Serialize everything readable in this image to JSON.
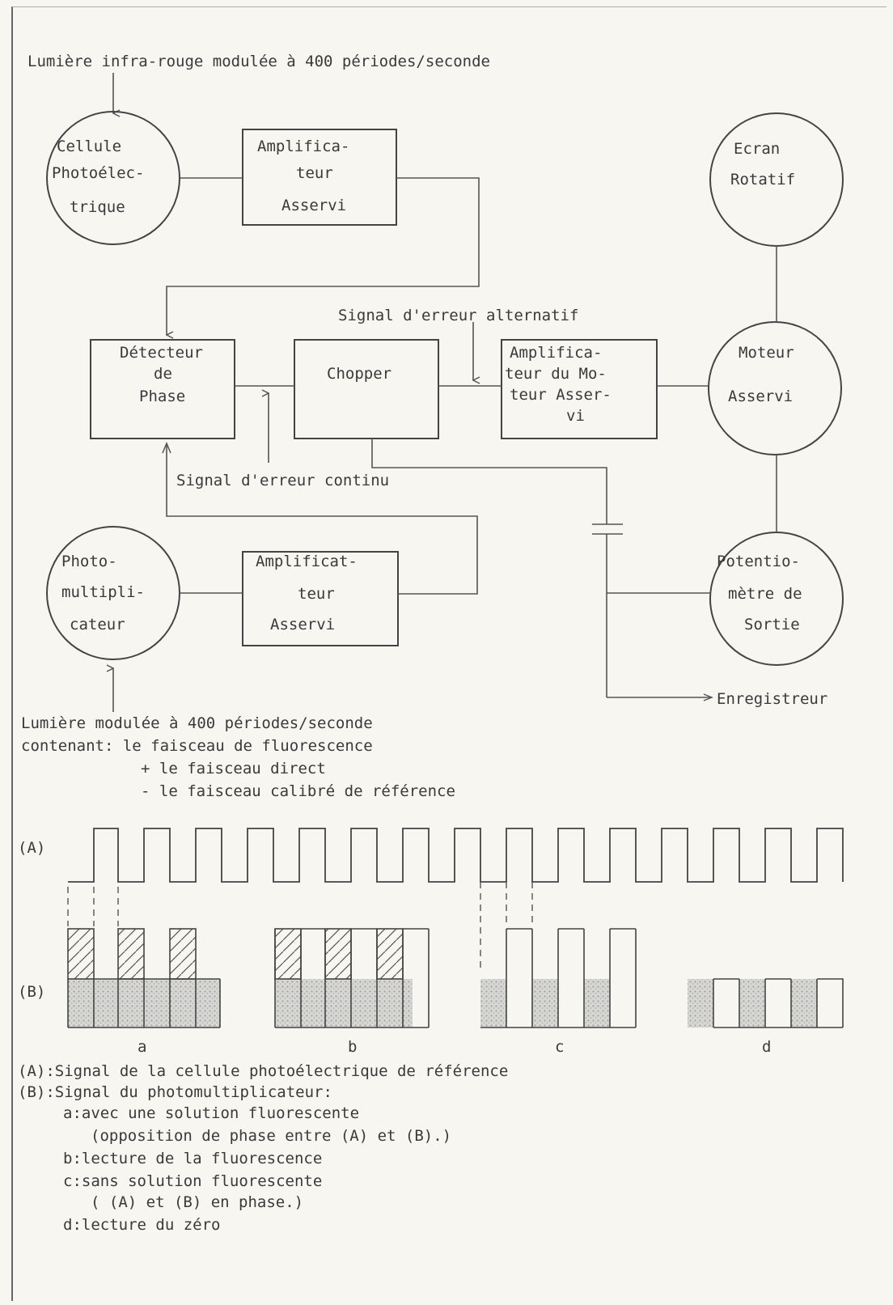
{
  "input_top": "Lumière infra-rouge modulée à 400 périodes/seconde",
  "blocks": {
    "cellule": [
      "Cellule",
      "Photoélec-",
      "trique"
    ],
    "ampli1": [
      "Amplifica-",
      "teur",
      "Asservi"
    ],
    "ecran": [
      "Ecran",
      "Rotatif"
    ],
    "detecteur": [
      "Détecteur",
      "de",
      "Phase"
    ],
    "chopper": [
      "Chopper"
    ],
    "ampli_moteur": [
      "Amplifica-",
      "teur du Mo-",
      "teur Asser-",
      "vi"
    ],
    "moteur": [
      "Moteur",
      "Asservi"
    ],
    "photomulti": [
      "Photo-",
      "multipli-",
      "cateur"
    ],
    "ampli2": [
      "Amplificat-",
      "teur",
      "Asservi"
    ],
    "potentio": [
      "Potentio-",
      "mètre de",
      "Sortie"
    ]
  },
  "signal_alternatif": "Signal d'erreur alternatif",
  "signal_continu": "Signal d'erreur continu",
  "enregistreur": "Enregistreur",
  "input_bottom": [
    "Lumière modulée à 400 périodes/seconde",
    "contenant: le faisceau de fluorescence",
    "+ le faisceau direct",
    "- le faisceau calibré de référence"
  ],
  "waveform_labels": {
    "A": "(A)",
    "B": "(B)",
    "a": "a",
    "b": "b",
    "c": "c",
    "d": "d"
  },
  "legend": [
    "(A):Signal de la cellule photoélectrique de référence",
    "(B):Signal du photomultiplicateur:",
    "a:avec une solution fluorescente",
    "(opposition de phase entre (A) et (B).)",
    "b:lecture de la fluorescence",
    "c:sans solution fluorescente",
    "( (A) et (B) en phase.)",
    "d:lecture du zéro"
  ]
}
